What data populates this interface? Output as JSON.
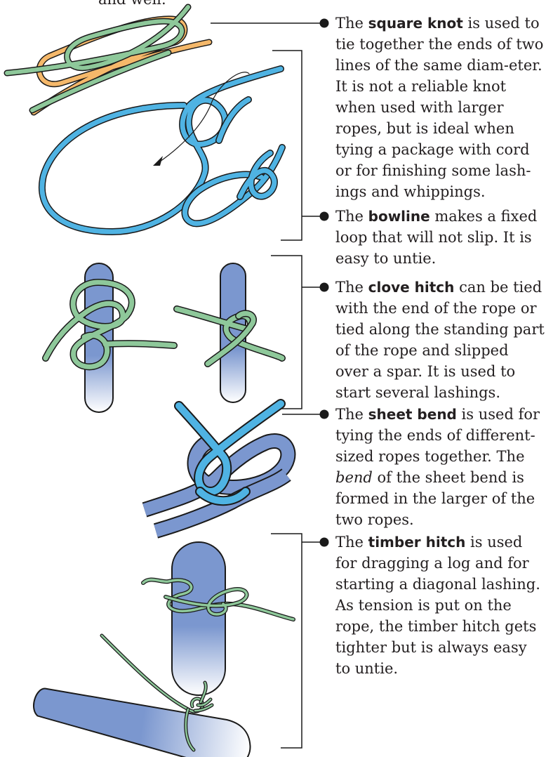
{
  "top_fragment": "and well.",
  "knots": [
    {
      "id": "square-knot",
      "pre": "The ",
      "term": "square knot",
      "mid": "",
      "em": "",
      "post": " is used to tie together the ends of two lines of the same diam-eter. It is not a reliable knot when used with larger ropes, but is ideal when tying a package with cord or for finishing some lash-ings and whippings."
    },
    {
      "id": "bowline",
      "pre": "The ",
      "term": "bowline",
      "mid": "",
      "em": "",
      "post": " makes a fixed loop that will not slip. It is easy to untie."
    },
    {
      "id": "clove-hitch",
      "pre": "The ",
      "term": "clove hitch",
      "mid": "",
      "em": "",
      "post": " can be tied with the end of the rope or tied along the standing part of the rope and slipped over a spar. It is used to start several lashings."
    },
    {
      "id": "sheet-bend",
      "pre": "The ",
      "term": "sheet bend",
      "mid": " is used for tying the ends of different-sized ropes together. The ",
      "em": "bend",
      "post": " of the sheet bend is formed in the larger of the two ropes."
    },
    {
      "id": "timber-hitch",
      "pre": "The ",
      "term": "timber hitch",
      "mid": "",
      "em": "",
      "post": " is used for dragging a log and for starting a diagonal lashing. As tension is put on the rope, the timber hitch gets tighter but is always easy to untie."
    }
  ],
  "colors": {
    "rope_green": "#8ec89a",
    "rope_orange": "#f5b86a",
    "rope_blue": "#4fb3e3",
    "spar_blue": "#7b97cf",
    "outline": "#1a1a1a",
    "leader": "#1a1a1a"
  }
}
